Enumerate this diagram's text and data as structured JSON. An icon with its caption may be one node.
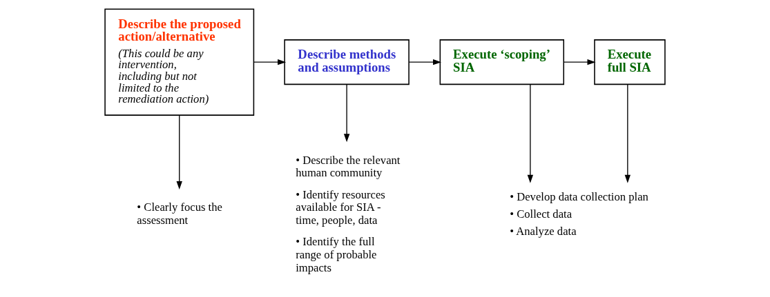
{
  "diagram": {
    "nodes": [
      {
        "text": [
          "Describe the proposed action/alternative",
          "(This could be any intervention, including but not limited to the remediation action)"
        ]
      },
      {
        "text": [
          "Describe methods and assumptions"
        ]
      },
      {
        "text": [
          "Execute ‘scoping’ SIA"
        ]
      },
      {
        "text": [
          "Execute full SIA"
        ]
      },
      {
        "text": [
          "• Clearly focus the assessment"
        ]
      },
      {
        "text": [
          "• Describe the relevant human community",
          "• Identify resources available for SIA - time, people, data",
          "• Identify the full range of probable impacts"
        ]
      },
      {
        "text": [
          "• Develop data collection plan",
          "• Collect data",
          "• Analyze data"
        ]
      }
    ],
    "edges": [
      {
        "from": 0,
        "to": 1,
        "arrow": "to"
      },
      {
        "from": 1,
        "to": 2,
        "arrow": "to"
      },
      {
        "from": 2,
        "to": 3,
        "arrow": "to"
      },
      {
        "from": 0,
        "to": 4,
        "arrow": "to"
      },
      {
        "from": 1,
        "to": 5,
        "arrow": "to"
      },
      {
        "from": 2,
        "to": 6,
        "arrow": "to"
      },
      {
        "from": 3,
        "to": 6,
        "arrow": "to"
      }
    ]
  }
}
